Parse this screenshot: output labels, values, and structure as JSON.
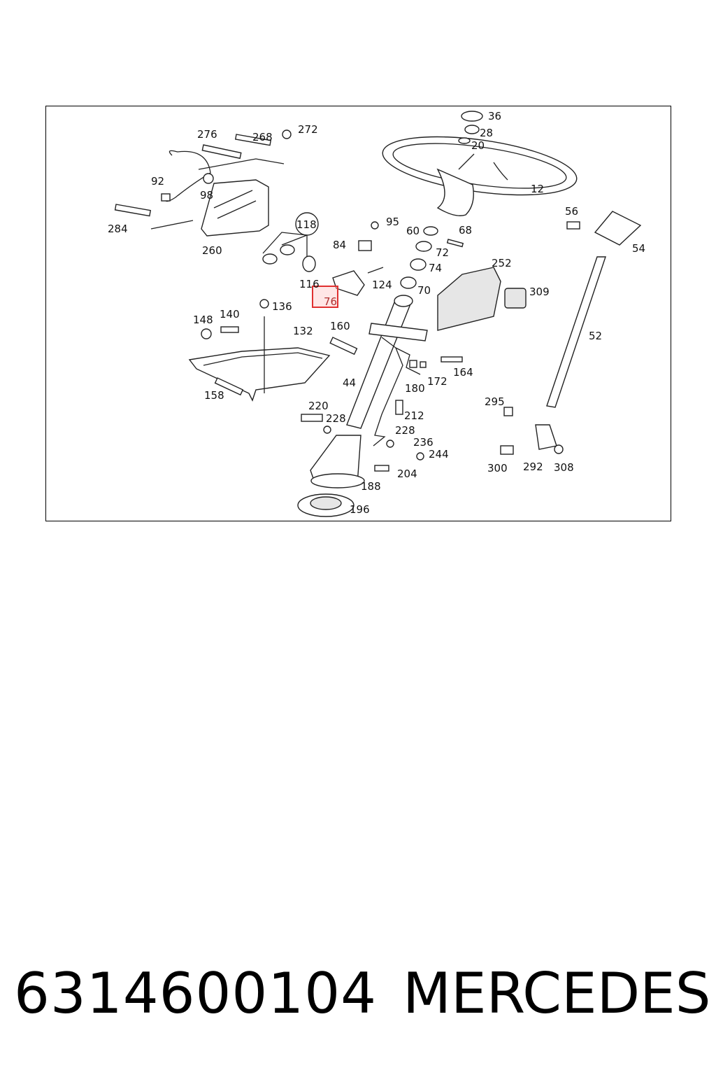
{
  "diagram": {
    "labels": [
      {
        "id": "36",
        "text": "36"
      },
      {
        "id": "28",
        "text": "28"
      },
      {
        "id": "20",
        "text": "20"
      },
      {
        "id": "276",
        "text": "276"
      },
      {
        "id": "268",
        "text": "268"
      },
      {
        "id": "272",
        "text": "272"
      },
      {
        "id": "12",
        "text": "12"
      },
      {
        "id": "92",
        "text": "92"
      },
      {
        "id": "98",
        "text": "98"
      },
      {
        "id": "56",
        "text": "56"
      },
      {
        "id": "284",
        "text": "284"
      },
      {
        "id": "118",
        "text": "118"
      },
      {
        "id": "95",
        "text": "95"
      },
      {
        "id": "60",
        "text": "60"
      },
      {
        "id": "68",
        "text": "68"
      },
      {
        "id": "54",
        "text": "54"
      },
      {
        "id": "260",
        "text": "260"
      },
      {
        "id": "84",
        "text": "84"
      },
      {
        "id": "72",
        "text": "72"
      },
      {
        "id": "74",
        "text": "74"
      },
      {
        "id": "252",
        "text": "252"
      },
      {
        "id": "116",
        "text": "116"
      },
      {
        "id": "124",
        "text": "124"
      },
      {
        "id": "70",
        "text": "70"
      },
      {
        "id": "309",
        "text": "309"
      },
      {
        "id": "76",
        "text": "76"
      },
      {
        "id": "136",
        "text": "136"
      },
      {
        "id": "148",
        "text": "148"
      },
      {
        "id": "140",
        "text": "140"
      },
      {
        "id": "160",
        "text": "160"
      },
      {
        "id": "132",
        "text": "132"
      },
      {
        "id": "52",
        "text": "52"
      },
      {
        "id": "164",
        "text": "164"
      },
      {
        "id": "44",
        "text": "44"
      },
      {
        "id": "172",
        "text": "172"
      },
      {
        "id": "180",
        "text": "180"
      },
      {
        "id": "158",
        "text": "158"
      },
      {
        "id": "295",
        "text": "295"
      },
      {
        "id": "220",
        "text": "220"
      },
      {
        "id": "212",
        "text": "212"
      },
      {
        "id": "228a",
        "text": "228"
      },
      {
        "id": "228b",
        "text": "228"
      },
      {
        "id": "236",
        "text": "236"
      },
      {
        "id": "244",
        "text": "244"
      },
      {
        "id": "300",
        "text": "300"
      },
      {
        "id": "292",
        "text": "292"
      },
      {
        "id": "308",
        "text": "308"
      },
      {
        "id": "204",
        "text": "204"
      },
      {
        "id": "188",
        "text": "188"
      },
      {
        "id": "196",
        "text": "196"
      }
    ],
    "highlight_color": "#e03030"
  },
  "footer": {
    "part_number": "6314600104",
    "brand": "MERCEDES"
  }
}
